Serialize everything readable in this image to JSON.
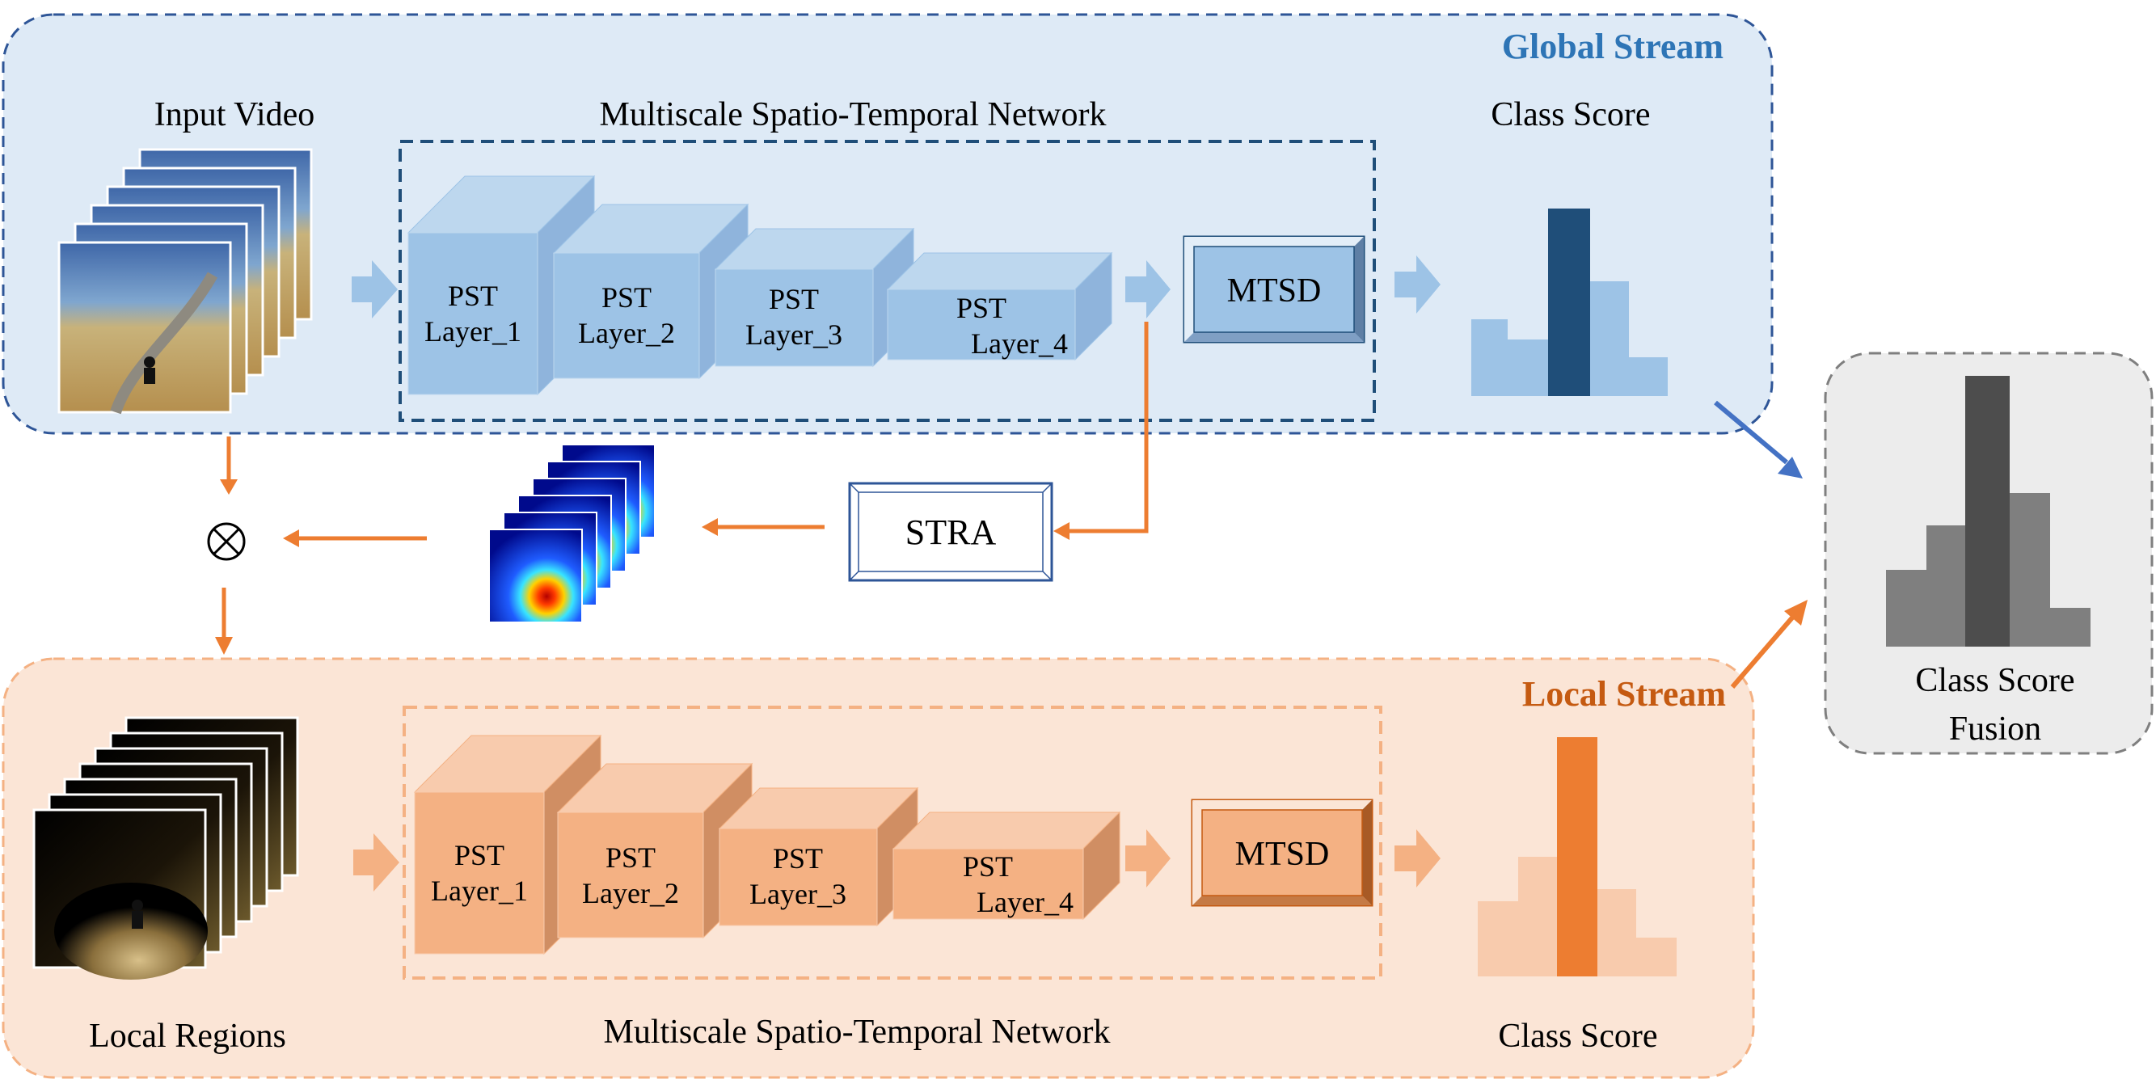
{
  "global_stream": {
    "title": "Global Stream",
    "input_label": "Input Video",
    "network_label": "Multiscale Spatio-Temporal Network",
    "score_label": "Class Score",
    "layers": [
      {
        "line1": "PST",
        "line2": "Layer_1"
      },
      {
        "line1": "PST",
        "line2": "Layer_2"
      },
      {
        "line1": "PST",
        "line2": "Layer_3"
      },
      {
        "line1": "PST",
        "line2": "Layer_4"
      }
    ],
    "head_label": "MTSD"
  },
  "local_stream": {
    "title": "Local Stream",
    "input_label": "Local Regions",
    "network_label": "Multiscale Spatio-Temporal Network",
    "score_label": "Class Score",
    "layers": [
      {
        "line1": "PST",
        "line2": "Layer_1"
      },
      {
        "line1": "PST",
        "line2": "Layer_2"
      },
      {
        "line1": "PST",
        "line2": "Layer_3"
      },
      {
        "line1": "PST",
        "line2": "Layer_4"
      }
    ],
    "head_label": "MTSD"
  },
  "attention": {
    "module_label": "STRA",
    "multiply_symbol": "⊗"
  },
  "fusion": {
    "label_line1": "Class Score",
    "label_line2": "Fusion"
  },
  "colors": {
    "global_fill": "#deeaf6",
    "global_border": "#2e5597",
    "global_title": "#2e75b6",
    "global_block": "#9dc3e6",
    "global_dark": "#1f4e79",
    "local_fill": "#fbe5d6",
    "local_border": "#f4b183",
    "local_title": "#c55a11",
    "local_block": "#f4b183",
    "local_dark": "#ed7d31",
    "fusion_fill": "#ececec",
    "fusion_border": "#7f7f7f",
    "arrow_orange": "#ed7d31",
    "arrow_blue": "#4472c4"
  }
}
